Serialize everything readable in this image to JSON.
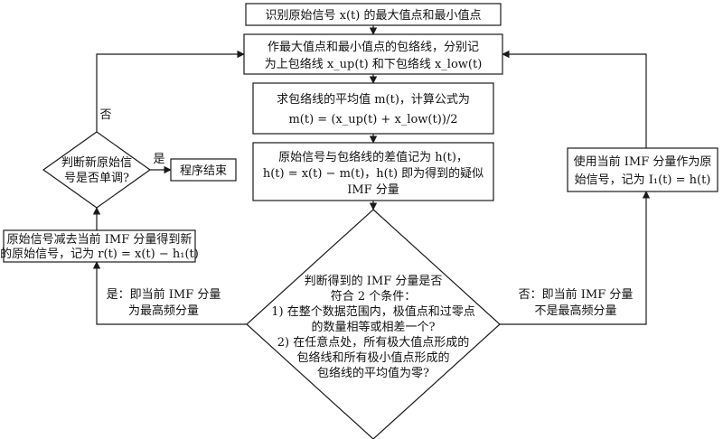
{
  "nodes": {
    "n1": {
      "text": "识别原始信号 x(t) 的最大值点和最小值点"
    },
    "n2": {
      "line1": "作最大值点和最小值点的包络线，分别记",
      "line2": "为上包络线 x_up(t) 和下包络线 x_low(t)"
    },
    "n3": {
      "line1": "求包络线的平均值 m(t)，计算公式为",
      "line2": "m(t) = (x_up(t) + x_low(t))/2"
    },
    "n4": {
      "line1": "原始信号与包络线的差值记为 h(t)，",
      "line2": "h(t) = x(t) − m(t)，h(t) 即为得到的疑似",
      "line3": "IMF 分量"
    },
    "decision_main": {
      "line1": "判断得到的 IMF 分量是否",
      "line2": "符合 2 个条件：",
      "line3": "1) 在整个数据范围内，极值点和过零点",
      "line4": "的数量相等或相差一个?",
      "line5": "2) 在任意点处，所有极大值点形成的",
      "line6": "包络线和所有极小值点形成的",
      "line7": "包络线的平均值为零?"
    },
    "right_box": {
      "line1": "使用当前 IMF 分量作为原",
      "line2": "始信号，记为 I₁(t) = h(t)"
    },
    "left_box": {
      "line1": "原始信号减去当前 IMF 分量得到新",
      "line2": "的原始信号，记为 r(t) = x(t) − h₁(t)"
    },
    "decision_mono": {
      "line1": "判断新原始信",
      "line2": "号是否单调?"
    },
    "end_box": {
      "text": "程序结束"
    }
  },
  "edge_labels": {
    "yes_left": {
      "line1": "是：即当前 IMF 分量",
      "line2": "为最高频分量"
    },
    "no_right": {
      "line1": "否：即当前 IMF 分量",
      "line2": "不是最高频分量"
    },
    "no_top": "否",
    "yes_end": "是"
  }
}
